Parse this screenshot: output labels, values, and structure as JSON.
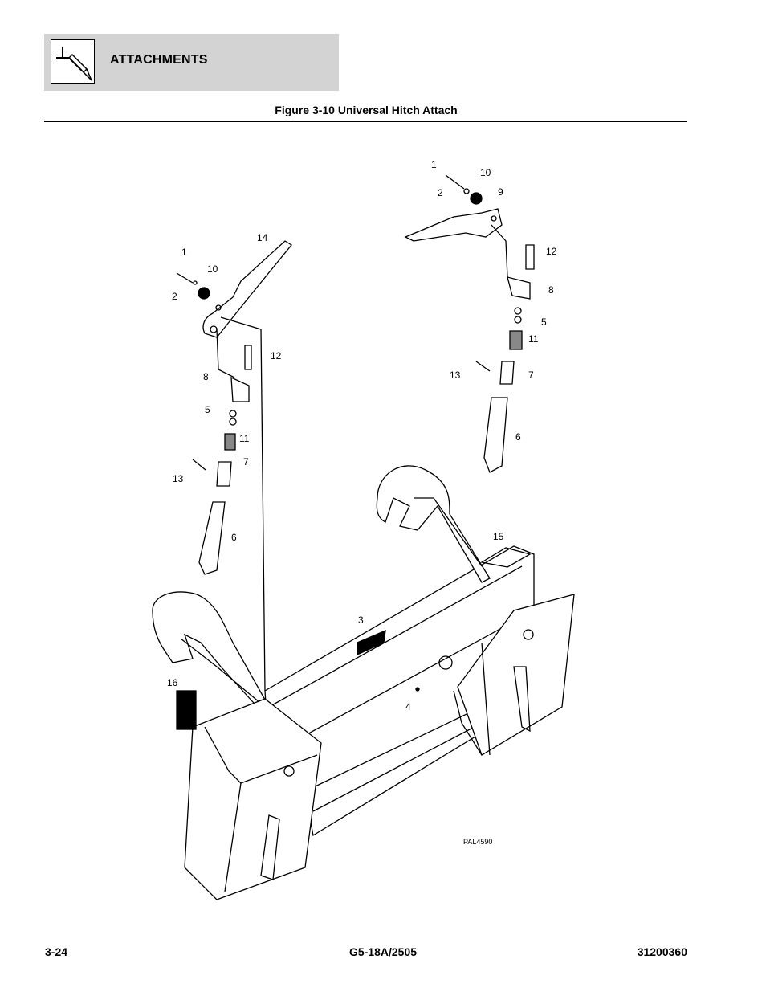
{
  "header": {
    "section_title": "ATTACHMENTS",
    "icon": "attachment-hook-icon"
  },
  "figure": {
    "caption": "Figure 3-10 Universal Hitch Attach",
    "drawing_code": "PAL4590",
    "left_assembly_callouts": [
      "1",
      "10",
      "2",
      "14",
      "12",
      "8",
      "5",
      "11",
      "7",
      "13",
      "6"
    ],
    "right_assembly_callouts": [
      "1",
      "10",
      "2",
      "9",
      "12",
      "8",
      "5",
      "11",
      "13",
      "7",
      "6"
    ],
    "frame_callouts": [
      "15",
      "3",
      "4",
      "16"
    ]
  },
  "footer": {
    "page_number": "3-24",
    "model": "G5-18A/2505",
    "doc_number": "31200360"
  }
}
